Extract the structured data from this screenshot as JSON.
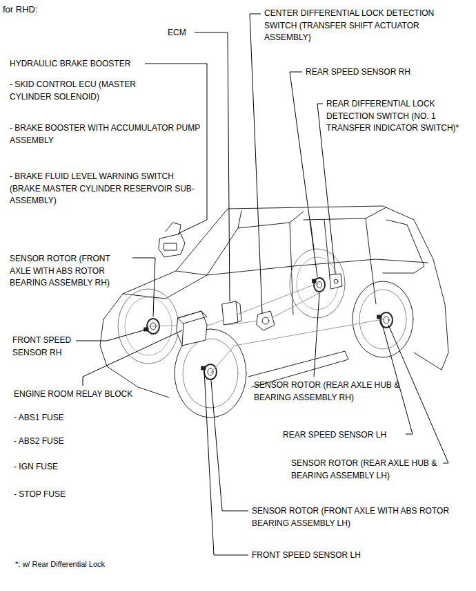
{
  "diagram": {
    "title": "for RHD:",
    "labels": [
      "ECM",
      "CENTER DIFFERENTIAL LOCK DETECTION SWITCH (TRANSFER SHIFT ACTUATOR ASSEMBLY)",
      "HYDRAULIC BRAKE BOOSTER",
      "- SKID CONTROL ECU (MASTER CYLINDER SOLENOID)",
      "REAR SPEED SENSOR RH",
      "REAR DIFFERENTIAL LOCK DETECTION SWITCH (NO. 1 TRANSFER INDICATOR SWITCH)*",
      "- BRAKE BOOSTER WITH ACCUMULATOR PUMP ASSEMBLY",
      "- BRAKE FLUID LEVEL WARNING SWITCH (BRAKE MASTER CYLINDER RESERVOIR SUB-ASSEMBLY)",
      "SENSOR ROTOR (FRONT AXLE WITH ABS ROTOR BEARING ASSEMBLY RH)",
      "FRONT SPEED SENSOR RH",
      "ENGINE ROOM RELAY BLOCK",
      "SENSOR ROTOR (REAR AXLE HUB & BEARING ASSEMBLY RH)",
      "- ABS1 FUSE",
      "- ABS2 FUSE",
      "REAR SPEED SENSOR LH",
      "- IGN FUSE",
      "SENSOR ROTOR (REAR AXLE HUB & BEARING ASSEMBLY LH)",
      "- STOP FUSE",
      "SENSOR ROTOR (FRONT AXLE WITH ABS ROTOR BEARING ASSEMBLY LH)",
      "FRONT SPEED SENSOR LH",
      "*: w/ Rear Differential Lock"
    ]
  }
}
